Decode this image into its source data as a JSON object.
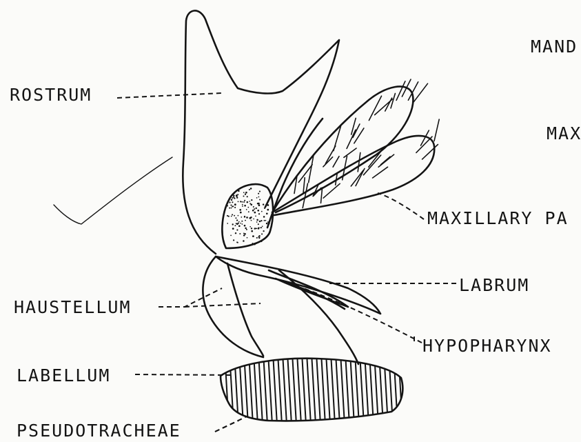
{
  "labels": {
    "rostrum": "ROSTRUM",
    "haustellum": "HAUSTELLUM",
    "labellum": "LABELLUM",
    "pseudotracheae": "PSEUDOTRACHEAE",
    "mandible_partial": "MAND",
    "maxilla_partial": "MAX",
    "maxillary_palp_partial": "MAXILLARY PA",
    "labrum": "LABRUM",
    "hypopharynx": "HYPOPHARYNX"
  },
  "colors": {
    "ink": "#141414",
    "paper": "#fbfbf9"
  }
}
